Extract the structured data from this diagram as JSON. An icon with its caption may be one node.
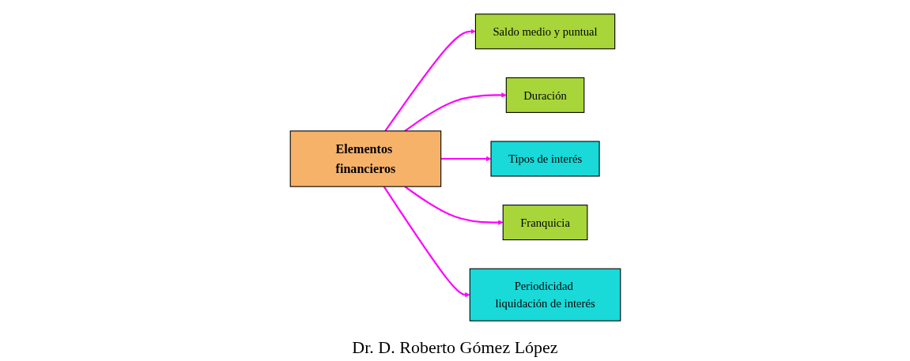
{
  "diagram": {
    "nodes": [
      {
        "text": [
          "Saldo medio y puntual"
        ]
      },
      {
        "text": [
          "Duración"
        ]
      },
      {
        "text": [
          "Tipos de interés"
        ]
      },
      {
        "text": [
          "Elementos financieros"
        ]
      },
      {
        "text": [
          "Franquicia"
        ]
      },
      {
        "text": [
          "Periodicidad liquidación de interés"
        ]
      }
    ],
    "edges": [
      {
        "from": 3,
        "to": 0,
        "arrow": "to"
      },
      {
        "from": 3,
        "to": 1,
        "arrow": "to"
      },
      {
        "from": 3,
        "to": 2,
        "arrow": "to"
      },
      {
        "from": 3,
        "to": 4,
        "arrow": "to"
      },
      {
        "from": 3,
        "to": 5,
        "arrow": "to"
      }
    ],
    "labels": [
      "Dr. D. Roberto Gómez López"
    ]
  }
}
